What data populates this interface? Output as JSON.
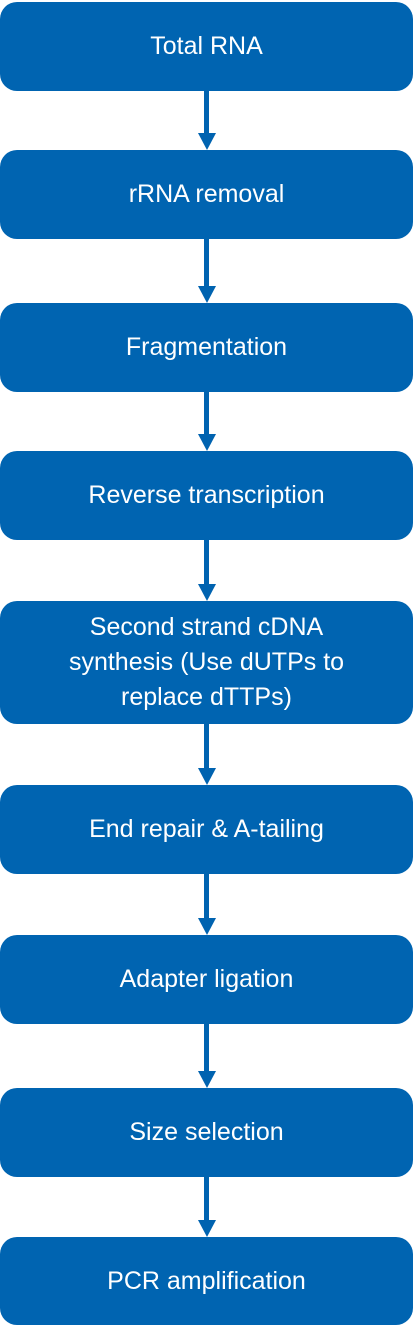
{
  "colors": {
    "box_fill": "#0064b1",
    "box_text": "#ffffff",
    "arrow": "#0063b0",
    "background": "#ffffff"
  },
  "steps": [
    {
      "label": "Total RNA"
    },
    {
      "label": "rRNA removal"
    },
    {
      "label": "Fragmentation"
    },
    {
      "label": "Reverse transcription"
    },
    {
      "label": "Second strand cDNA\nsynthesis (Use dUTPs to\nreplace dTTPs)"
    },
    {
      "label": "End repair & A-tailing"
    },
    {
      "label": "Adapter ligation"
    },
    {
      "label": "Size selection"
    },
    {
      "label": "PCR amplification"
    }
  ]
}
